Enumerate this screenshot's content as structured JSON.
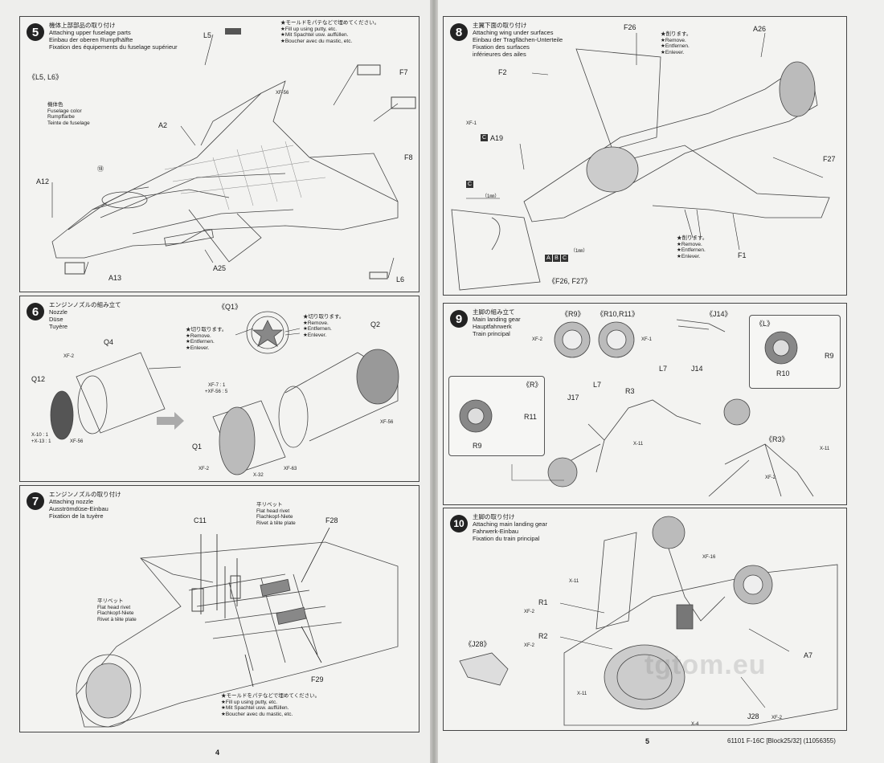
{
  "pages": {
    "left": "4",
    "right": "5"
  },
  "footer": "61101 F-16C [Block25/32] (11056355)",
  "watermark": "tgtom.eu",
  "steps": {
    "s5": {
      "num": "5",
      "titles": [
        "機体上部部品の取り付け",
        "Attaching upper fuselage parts",
        "Einbau der oberen Rumpfhälfte",
        "Fixation des équipements du fuselage supérieur"
      ],
      "putty": [
        "★モールドをパテなどで埋めてください。",
        "★Fill up using putty, etc.",
        "★Mit Spachtel usw. auffüllen.",
        "★Boucher avec du mastic, etc."
      ],
      "color_ref": "《L5, L6》",
      "color": [
        "機体色",
        "Fuselage color",
        "Rumpffarbe",
        "Teinte de fuselage"
      ],
      "parts": {
        "L5": "L5",
        "F7": "F7",
        "F8": "F8",
        "A2": "A2",
        "A12": "A12",
        "A13": "A13",
        "A25": "A25",
        "L6": "L6",
        "XF56": "XF-56",
        "n18": "⑱"
      }
    },
    "s6": {
      "num": "6",
      "titles": [
        "エンジンノズルの組み立て",
        "Nozzle",
        "Düse",
        "Tuyère"
      ],
      "q1ref": "《Q1》",
      "cut": [
        "★切り取ります。",
        "★Remove.",
        "★Entfernen.",
        "★Enlever."
      ],
      "parts": {
        "Q4": "Q4",
        "Q12": "Q12",
        "Q1": "Q1",
        "Q2": "Q2",
        "XF2a": "XF-2",
        "XF2b": "XF-2",
        "XF56a": "XF-56",
        "XF56b": "XF-56",
        "mix1": "X-10 : 1",
        "mix2": "+X-13 : 1",
        "mix3": "XF-7 : 1",
        "mix4": "+XF-56 : 5",
        "X32": "X-32",
        "XF63": "XF-63"
      }
    },
    "s7": {
      "num": "7",
      "titles": [
        "エンジンノズルの取り付け",
        "Attaching nozzle",
        "Ausströmdüse-Einbau",
        "Fixation de la tuyère"
      ],
      "rivet": [
        "平リベット",
        "Flat head rivet",
        "Flachkopf-Niete",
        "Rivet à tête plate"
      ],
      "putty": [
        "★モールドをパテなどで埋めてください。",
        "★Fill up using putty, etc.",
        "★Mit Spachtel usw. auffüllen.",
        "★Boucher avec du mastic, etc."
      ],
      "parts": {
        "C11": "C11",
        "F28": "F28",
        "F29": "F29"
      }
    },
    "s8": {
      "num": "8",
      "titles": [
        "主翼下面の取り付け",
        "Attaching wing under surfaces",
        "Einbau der Tragflächen-Unterteile",
        "Fixation des surfaces",
        "inférieures des ailes"
      ],
      "cut": [
        "★削ります。",
        "★Remove.",
        "★Entfernen.",
        "★Enlever."
      ],
      "cut2": [
        "★削ります。",
        "★Remove.",
        "★Entfernen.",
        "★Enlever."
      ],
      "ref": "《F26, F27》",
      "parts": {
        "F26": "F26",
        "A26": "A26",
        "F2": "F2",
        "A19": "A19",
        "F27": "F27",
        "F1": "F1",
        "XF1": "XF-1",
        "C": "C",
        "mm1": "（1㎜）",
        "mm2": "（1㎜）",
        "A": "A",
        "B": "B",
        "C2": "C"
      }
    },
    "s9": {
      "num": "9",
      "titles": [
        "主脚の組み立て",
        "Main landing gear",
        "Hauptfahrwerk",
        "Train principal"
      ],
      "refs": {
        "R9": "《R9》",
        "R10": "《R10,R11》",
        "J14": "《J14》",
        "L": "《L》",
        "R": "《R》",
        "R3": "《R3》"
      },
      "parts": {
        "R9a": "R9",
        "R10a": "R10",
        "R11a": "R11",
        "R9b": "R9",
        "L7a": "L7",
        "L7b": "L7",
        "J14": "J14",
        "R3": "R3",
        "J17": "J17",
        "XF2": "XF-2",
        "XF1": "XF-1",
        "X11": "X-11"
      }
    },
    "s10": {
      "num": "10",
      "titles": [
        "主脚の取り付け",
        "Attaching main landing gear",
        "Fahrwerk-Einbau",
        "Fixation du train principal"
      ],
      "ref": "《J28》",
      "parts": {
        "R1": "R1",
        "R2": "R2",
        "A7": "A7",
        "J28": "J28",
        "XF16": "XF-16",
        "X11": "X-11",
        "XF2": "XF-2",
        "X4": "X-4"
      }
    }
  }
}
